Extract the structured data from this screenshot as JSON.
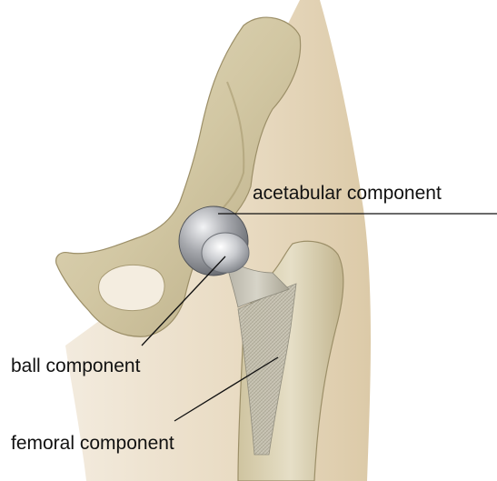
{
  "labels": {
    "acetabular": "acetabular component",
    "ball": "ball component",
    "femoral": "femoral component"
  },
  "colors": {
    "background": "#ffffff",
    "skin": "#e9dcc4",
    "bone": "#d9cfae",
    "bone_shadow": "#a99c78",
    "metal": "#9a9ca0",
    "metal_light": "#e4e6e9",
    "leader": "#111111"
  }
}
